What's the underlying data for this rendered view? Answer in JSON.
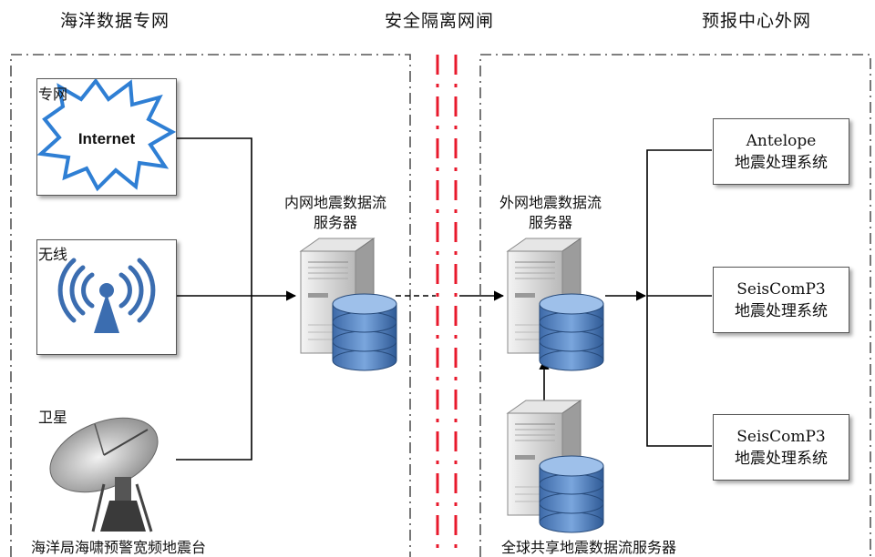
{
  "zones": {
    "left_title": "海洋数据专网",
    "middle_title": "安全隔离网闸",
    "right_title": "预报中心外网"
  },
  "sources": {
    "private_net": {
      "label": "专网",
      "icon_text": "Internet",
      "icon": "internet-burst-icon"
    },
    "wireless": {
      "label": "无线",
      "icon": "wireless-antenna-icon"
    },
    "satellite": {
      "label": "卫星",
      "icon": "satellite-dish-icon"
    },
    "caption": "海洋局海啸预警宽频地震台"
  },
  "servers": {
    "inner": {
      "line1": "内网地震数据流",
      "line2": "服务器"
    },
    "outer": {
      "line1": "外网地震数据流",
      "line2": "服务器"
    },
    "global": {
      "label": "全球共享地震数据流服务器"
    }
  },
  "systems": [
    {
      "name": "Antelope",
      "desc": "地震处理系统"
    },
    {
      "name": "SeisComP3",
      "desc": "地震处理系统"
    },
    {
      "name": "SeisComP3",
      "desc": "地震处理系统"
    }
  ],
  "colors": {
    "gateway_line": "#e8192c",
    "zone_border": "#555555",
    "db_blue": "#4f7fbf"
  }
}
